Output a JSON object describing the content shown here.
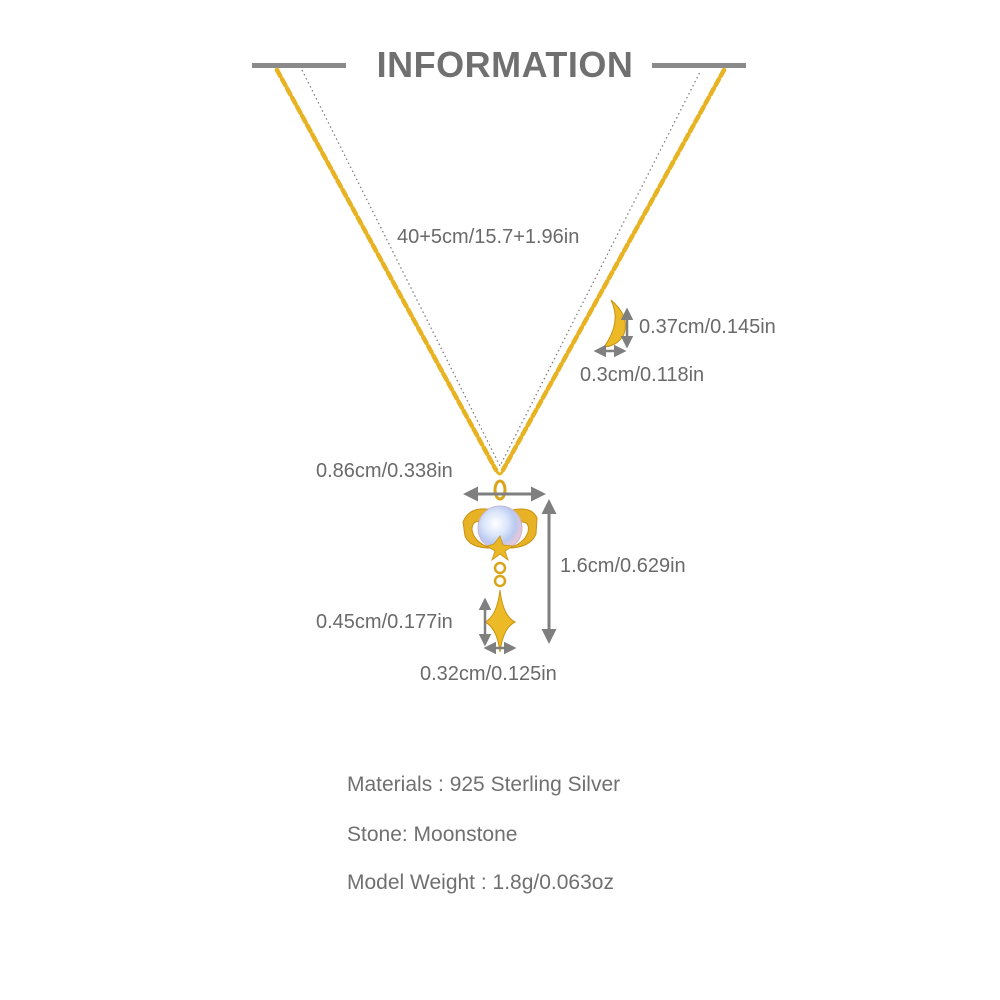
{
  "header": {
    "title": "INFORMATION"
  },
  "dimensions": {
    "chain_length": "40+5cm/15.7+1.96in",
    "moon_height": "0.37cm/0.145in",
    "moon_width": "0.3cm/0.118in",
    "pendant_width": "0.86cm/0.338in",
    "pendant_height": "1.6cm/0.629in",
    "star_height": "0.45cm/0.177in",
    "star_width": "0.32cm/0.125in"
  },
  "specs": {
    "materials": "Materials : 925 Sterling Silver",
    "stone": "Stone: Moonstone",
    "weight": "Model Weight : 1.8g/0.063oz"
  },
  "colors": {
    "chain": "#e8b323",
    "gold_dark": "#c9930f",
    "arrow": "#7f7f7f",
    "text": "#6a6a6a",
    "moonstone": "#c8d8f5"
  }
}
